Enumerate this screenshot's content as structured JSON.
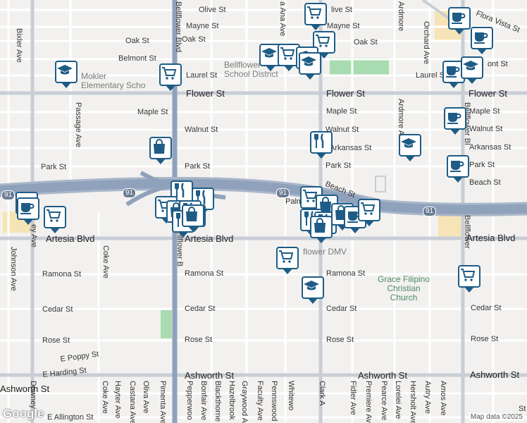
{
  "map": {
    "attribution": "Map data ©2025",
    "logo": "Google",
    "accent_color": "#1e5c86",
    "freeway_color": "#8fa1bb",
    "park_color": "#9fd8a8"
  },
  "labels": {
    "olive_st": "Olive St",
    "olive_st_2": "live St",
    "mayne_st": "Mayne St",
    "mayne_st_2": "Mayne St",
    "oak_st_1": "Oak St",
    "oak_st_2": "Oak St",
    "oak_st_3": "Oak St",
    "belmont_st": "Belmont St",
    "belmont_st_2": "ont St",
    "flora_vista_st": "Flora Vista St",
    "laurel_st": "Laurel St",
    "laurel_st_2": "Laurel St",
    "flower_st_1": "Flower St",
    "flower_st_2": "Flower St",
    "flower_st_3": "Flower St",
    "maple_st_1": "Maple St",
    "maple_st_2": "Maple St",
    "maple_st_3": "Maple St",
    "walnut_st_1": "Walnut St",
    "walnut_st_2": "Walnut St",
    "walnut_st_3": "Walnut St",
    "arkansas_st_1": "Arkansas St",
    "arkansas_st_2": "Arkansas St",
    "park_st_1": "Park St",
    "park_st_2": "Park St",
    "park_st_3": "Park St",
    "park_st_4": "Park St",
    "beach_st_1": "Beach St",
    "beach_st_2": "Beach St",
    "palm": "Palm",
    "artesia_1": "Artesia Blvd",
    "artesia_2": "Artesia Blvd",
    "artesia_3": "Artesia Blvd",
    "ramona_1": "Ramona St",
    "ramona_2": "Ramona St",
    "ramona_3": "Ramona St",
    "cedar_1": "Cedar St",
    "cedar_2": "Cedar St",
    "cedar_3": "Cedar St",
    "cedar_4": "Cedar St",
    "rose_1": "Rose St",
    "rose_2": "Rose St",
    "rose_3": "Rose St",
    "rose_4": "Rose St",
    "e_poppy": "E Poppy St",
    "e_harding": "E Harding St",
    "ashworth_1": "Ashworth St",
    "ashworth_2": "Ashworth St",
    "ashworth_3": "Ashworth St",
    "ashworth_4": "Ashworth St",
    "e_allington": "E Allington St",
    "st_partial": "St",
    "hwy_91_a": "91",
    "hwy_91_b": "91",
    "hwy_91_c": "91",
    "hwy_91_d": "91",
    "bixler": "Bixler Ave",
    "passage": "Passage Ave",
    "coke": "Coke Ave",
    "johnson": "Johnson Ave",
    "downey": "Downey",
    "ey_ave": "ey Ave",
    "bellflower_blvd_top": "Bellflower Blvd",
    "bellflower_blvd_mid": "Bellflower",
    "bellflower_blvd_mid2": "Bellflower B",
    "bellflower_blvd_right": "Bellflower",
    "bellflower_blvd_right2": "Bellflower Bl",
    "ardmore_top": "Ardmore",
    "ardmore": "Ardmore Ave",
    "orchard": "Orchard Ave",
    "santa_ana": "a Ana Ave",
    "clark": "Clark A",
    "coke_ave_2": "Coke Ave",
    "hayter": "Hayter Ave",
    "castana": "Castana Ave",
    "oliva": "Oliva Ave",
    "pimenta": "Pimenta Ave",
    "pepperwood": "Pepperwoo",
    "bonfair": "Bonfair Ave",
    "blackthorne": "Blackthorne",
    "hazelbrook": "Hazelbrook",
    "graywood": "Graywood A",
    "faculty": "Faculty Ave",
    "pennswood": "Pennswood",
    "whitewood": "Whitewo",
    "fidler": "Fidler Ave",
    "premiere": "Premiere Ave",
    "pearce": "Pearce Ave",
    "lorelei": "Lorelei Ave",
    "hersholt": "Hersholt Ave",
    "autry": "Autry Ave",
    "amos": "Amos Ave",
    "bellflower_school_district": "Bellflower\nSchool District",
    "mokler": "Mokler\nElementary Scho",
    "bellflower_dmv": "flower DMV",
    "grace": "Grace Filipino\nChristian\nChurch"
  },
  "pins": [
    {
      "id": "grocery-1",
      "type": "grocery",
      "label": "grocery"
    },
    {
      "id": "grocery-2",
      "type": "grocery",
      "label": "grocery"
    },
    {
      "id": "coffee-1",
      "type": "coffee",
      "label": "coffee"
    },
    {
      "id": "coffee-2",
      "type": "coffee",
      "label": "coffee"
    },
    {
      "id": "school-1",
      "type": "school",
      "label": "school"
    },
    {
      "id": "grocery-3",
      "type": "grocery",
      "label": "grocery"
    },
    {
      "id": "school-2",
      "type": "school",
      "label": "school"
    },
    {
      "id": "school-3",
      "type": "school",
      "label": "school"
    },
    {
      "id": "coffee-3",
      "type": "coffee",
      "label": "coffee"
    },
    {
      "id": "school-4",
      "type": "school",
      "label": "school"
    },
    {
      "id": "school-5",
      "type": "school",
      "label": "school"
    },
    {
      "id": "grocery-4",
      "type": "grocery",
      "label": "grocery"
    },
    {
      "id": "coffee-4",
      "type": "coffee",
      "label": "coffee"
    },
    {
      "id": "restaurant-1",
      "type": "restaurant",
      "label": "restaurant"
    },
    {
      "id": "school-6",
      "type": "school",
      "label": "school"
    },
    {
      "id": "shopping-1",
      "type": "shopping",
      "label": "shopping"
    },
    {
      "id": "coffee-5",
      "type": "coffee",
      "label": "coffee"
    },
    {
      "id": "coffee-6",
      "type": "coffee",
      "label": "coffee"
    },
    {
      "id": "coffee-7",
      "type": "coffee",
      "label": "coffee"
    },
    {
      "id": "grocery-5",
      "type": "grocery",
      "label": "grocery"
    },
    {
      "id": "restaurant-2",
      "type": "restaurant",
      "label": "restaurant"
    },
    {
      "id": "restaurant-3",
      "type": "restaurant",
      "label": "restaurant"
    },
    {
      "id": "grocery-6",
      "type": "grocery",
      "label": "grocery"
    },
    {
      "id": "shopping-2",
      "type": "shopping",
      "label": "shopping"
    },
    {
      "id": "restaurant-4",
      "type": "restaurant",
      "label": "restaurant"
    },
    {
      "id": "shopping-3",
      "type": "shopping",
      "label": "shopping"
    },
    {
      "id": "restaurant-5",
      "type": "restaurant",
      "label": "restaurant"
    },
    {
      "id": "shopping-4",
      "type": "shopping",
      "label": "shopping"
    },
    {
      "id": "grocery-7",
      "type": "grocery",
      "label": "grocery"
    },
    {
      "id": "shopping-5",
      "type": "shopping",
      "label": "shopping"
    },
    {
      "id": "restaurant-6",
      "type": "restaurant",
      "label": "restaurant"
    },
    {
      "id": "restaurant-7",
      "type": "restaurant",
      "label": "restaurant"
    },
    {
      "id": "shopping-6",
      "type": "shopping",
      "label": "shopping"
    },
    {
      "id": "shopping-7",
      "type": "shopping",
      "label": "shopping"
    },
    {
      "id": "coffee-8",
      "type": "coffee",
      "label": "coffee"
    },
    {
      "id": "grocery-8",
      "type": "grocery",
      "label": "grocery"
    },
    {
      "id": "grocery-9",
      "type": "grocery",
      "label": "grocery"
    },
    {
      "id": "grocery-10",
      "type": "grocery",
      "label": "grocery"
    },
    {
      "id": "school-7",
      "type": "school",
      "label": "school"
    }
  ]
}
